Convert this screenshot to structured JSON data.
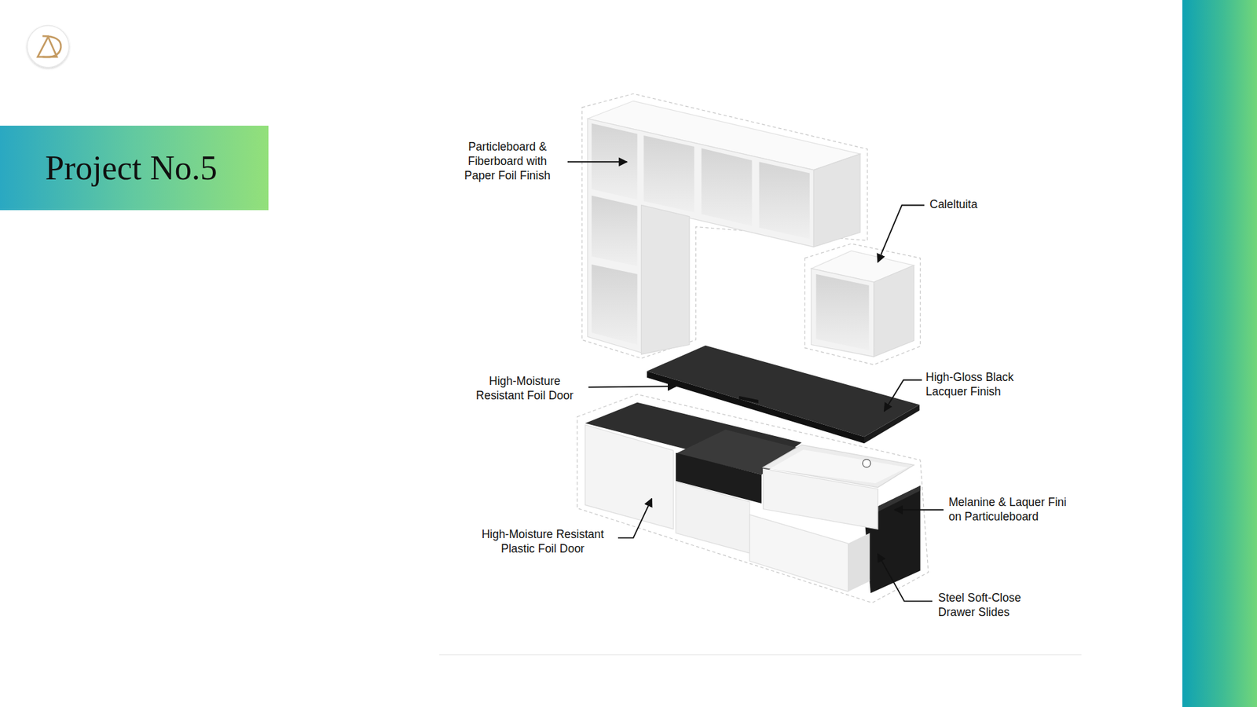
{
  "diagram": {
    "title": "Project No.5",
    "labels": [
      "Particleboard & Fiberboard with Paper Foil Finish",
      "Caleltuita",
      "High-Moisture Resistant Foil Door",
      "High-Gloss Black Lacquer Finish",
      "Melanine & Laquer Fini on Particuleboard",
      "High-Moisture Resistant Plastic Foil Door",
      "Steel Soft-Close Drawer Slides"
    ]
  }
}
